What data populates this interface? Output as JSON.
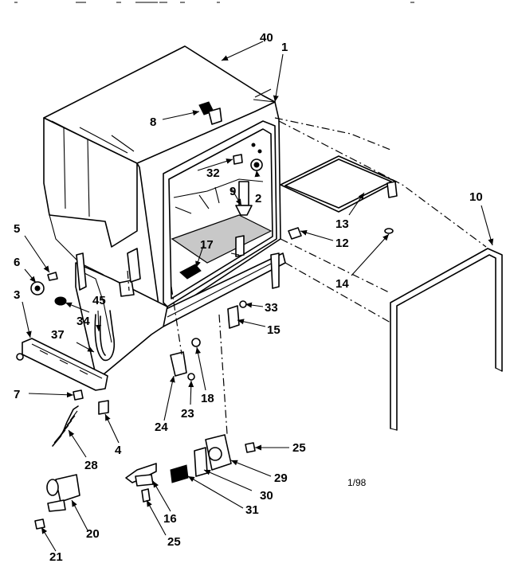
{
  "diagram": {
    "date_code": "1/98",
    "callouts": [
      "40",
      "1",
      "8",
      "9",
      "2",
      "32",
      "10",
      "13",
      "12",
      "14",
      "17",
      "5",
      "6",
      "3",
      "45",
      "34",
      "33",
      "15",
      "37",
      "7",
      "18",
      "23",
      "24",
      "4",
      "28",
      "25",
      "29",
      "30",
      "31",
      "16",
      "20",
      "21"
    ]
  }
}
